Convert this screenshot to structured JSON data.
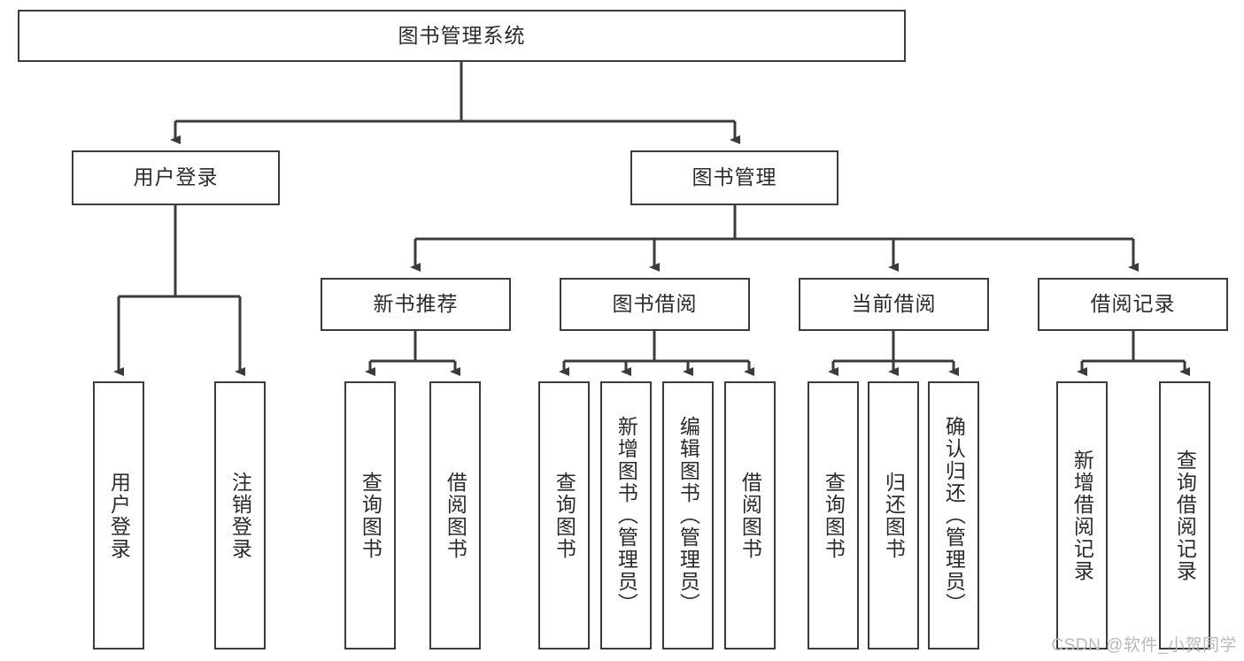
{
  "diagram": {
    "title": "图书管理系统",
    "watermark": "CSDN @软件_小贺同学",
    "colors": {
      "stroke": "#3b3b3b",
      "background": "#ffffff",
      "text": "#2b2b2b",
      "watermark": "#b9b9b9"
    },
    "root": {
      "label": "图书管理系统"
    },
    "level2": [
      {
        "label": "用户登录"
      },
      {
        "label": "图书管理"
      }
    ],
    "level3": [
      {
        "label": "新书推荐"
      },
      {
        "label": "图书借阅"
      },
      {
        "label": "当前借阅"
      },
      {
        "label": "借阅记录"
      }
    ],
    "leaves": {
      "user_login": [
        {
          "label": "用户登录"
        },
        {
          "label": "注销登录"
        }
      ],
      "new_book": [
        {
          "label": "查询图书"
        },
        {
          "label": "借阅图书"
        }
      ],
      "book_borrow": [
        {
          "label": "查询图书"
        },
        {
          "label": "新增图书（管理员）"
        },
        {
          "label": "编辑图书（管理员）"
        },
        {
          "label": "借阅图书"
        }
      ],
      "current_borrow": [
        {
          "label": "查询图书"
        },
        {
          "label": "归还图书"
        },
        {
          "label": "确认归还（管理员）"
        }
      ],
      "borrow_record": [
        {
          "label": "新增借阅记录"
        },
        {
          "label": "查询借阅记录"
        }
      ]
    }
  }
}
